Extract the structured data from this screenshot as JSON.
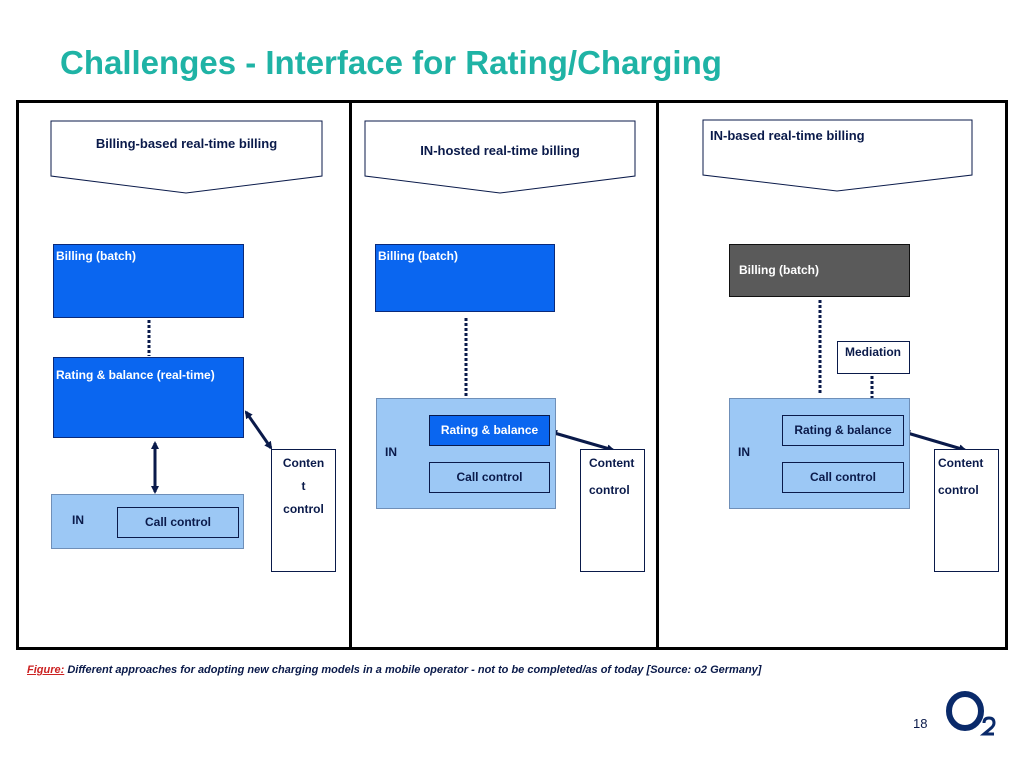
{
  "slide": {
    "title": "Challenges - Interface for Rating/Charging",
    "page_number": "18"
  },
  "caption": {
    "figure_label": "Figure:",
    "text": " Different approaches for adopting new charging models in a mobile operator - not to be completed/as of today [Source: o2 Germany]"
  },
  "logo": {
    "text": "O",
    "subscript": "2"
  },
  "panel1": {
    "heading": "Billing-based real-time billing",
    "billing": "Billing (batch)",
    "rating": "Rating & balance (real-time)",
    "in_label": "IN",
    "call_control": "Call control",
    "content_lines": [
      "Conten",
      "t",
      "control"
    ]
  },
  "panel2": {
    "heading": "IN-hosted real-time billing",
    "billing": "Billing (batch)",
    "in_label": "IN",
    "rating": "Rating & balance",
    "call_control": "Call control",
    "content_lines": [
      "Content",
      "control"
    ]
  },
  "panel3": {
    "heading": "IN-based real-time billing",
    "billing": "Billing (batch)",
    "mediation": "Mediation",
    "in_label": "IN",
    "rating": "Rating & balance",
    "call_control": "Call control",
    "content_lines": [
      "Content",
      "control"
    ]
  },
  "colors": {
    "title": "#1fb3a5",
    "billing_blue": "#0a66f0",
    "in_light_blue": "#9cc8f5",
    "billing_grey": "#5a5a5a",
    "connector": "#0a1a4a"
  }
}
